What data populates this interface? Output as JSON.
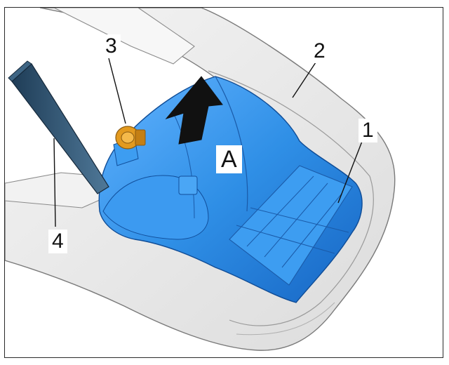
{
  "callouts": {
    "one": "1",
    "two": "2",
    "three": "3",
    "four": "4",
    "a": "A"
  },
  "colors": {
    "part_blue": "#2f8fe6",
    "part_blue_dark": "#1766c4",
    "housing_gray": "#e6e6e6",
    "clip_orange": "#e39a1f",
    "tool_blue": "#2c4f6b"
  },
  "icons": {
    "arrow": "up-arrow",
    "tool": "pry-tool"
  }
}
